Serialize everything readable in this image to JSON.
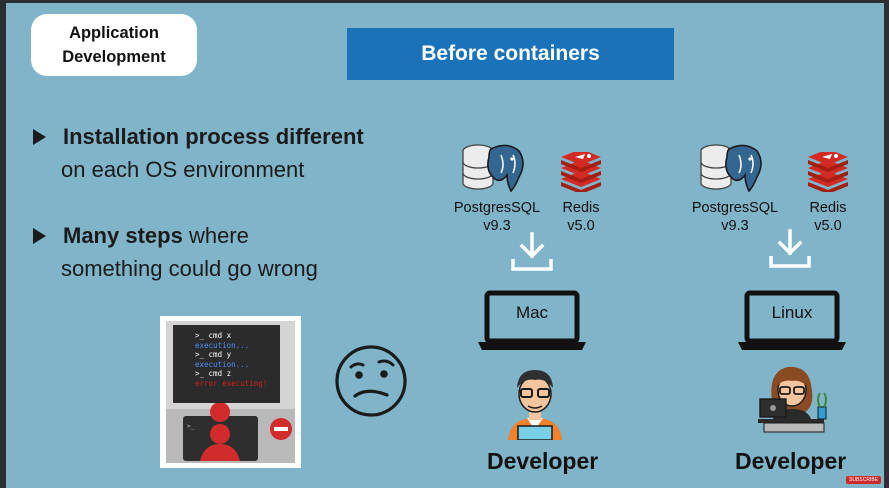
{
  "badge": {
    "line1": "Application",
    "line2": "Development"
  },
  "banner": {
    "title": "Before containers"
  },
  "bullets": [
    {
      "bold": "Installation process different",
      "rest": "",
      "line2": "on each OS environment"
    },
    {
      "bold": "Many steps",
      "rest": " where",
      "line2": "something could go wrong"
    }
  ],
  "terminal": {
    "lines": [
      {
        "text": ">_ cmd x",
        "color": "#ffffff"
      },
      {
        "text": "execution...",
        "color": "#4a8ef0"
      },
      {
        "text": ">_ cmd y",
        "color": "#ffffff"
      },
      {
        "text": "execution...",
        "color": "#4a8ef0"
      },
      {
        "text": ">_ cmd z",
        "color": "#ffffff"
      },
      {
        "text": "error executing!",
        "color": "#d21f1f"
      }
    ]
  },
  "left_stack": {
    "postgres": {
      "name": "PostgresSQL",
      "version": "v9.3"
    },
    "redis": {
      "name": "Redis",
      "version": "v5.0"
    },
    "os": "Mac",
    "developer": "Developer"
  },
  "right_stack": {
    "postgres": {
      "name": "PostgresSQL",
      "version": "v9.3"
    },
    "redis": {
      "name": "Redis",
      "version": "v5.0"
    },
    "os": "Linux",
    "developer": "Developer"
  },
  "colors": {
    "background": "#7fb4c9",
    "banner": "#1a73b9",
    "redis": "#d52a23",
    "postgres": "#336791",
    "error": "#d21f1f"
  },
  "icons": [
    "postgresql-icon",
    "redis-icon",
    "download-arrow-icon",
    "laptop-icon",
    "developer-icon",
    "confused-face-icon",
    "stop-icon"
  ],
  "footer": {
    "subscribe": "SUBSCRIBE"
  }
}
